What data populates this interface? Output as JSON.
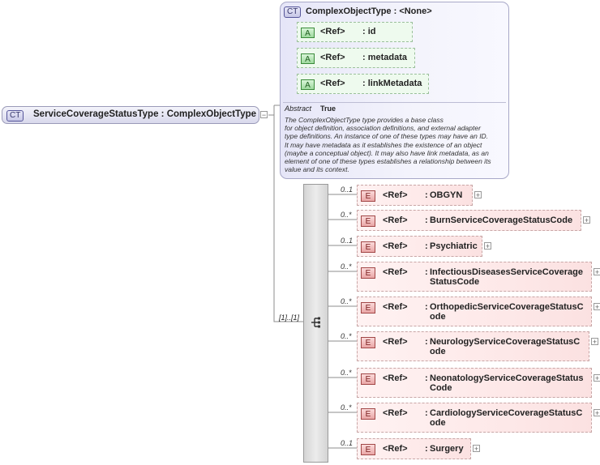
{
  "root": {
    "badge": "CT",
    "title": "ServiceCoverageStatusType : ComplexObjectType",
    "expander": "−",
    "multiplicity": "[1]..[1]"
  },
  "complex_type": {
    "badge": "CT",
    "title": "ComplexObjectType : <None>",
    "attributes": [
      {
        "badge": "A",
        "ref": "<Ref>",
        "name": ": id"
      },
      {
        "badge": "A",
        "ref": "<Ref>",
        "name": ": metadata"
      },
      {
        "badge": "A",
        "ref": "<Ref>",
        "name": ": linkMetadata"
      }
    ],
    "abstract_label": "Abstract",
    "abstract_value": "True",
    "documentation": [
      "The ComplexObjectType type provides a base class",
      "for object definition, association definitions, and external adapter",
      "type definitions. An instance of one of these types may have an ID.",
      "It may have metadata as it establishes the existence of an object",
      "(maybe a conceptual object). It may also have link metadata, as an",
      "element of one of these types establishes a relationship between its",
      "value and its context."
    ]
  },
  "elements": [
    {
      "badge": "E",
      "mult": "0..1",
      "ref": "<Ref>",
      "name_lines": [
        "OBGYN"
      ],
      "expander": "+"
    },
    {
      "badge": "E",
      "mult": "0..*",
      "ref": "<Ref>",
      "name_lines": [
        "BurnServiceCoverageStatusCode"
      ],
      "expander": "+"
    },
    {
      "badge": "E",
      "mult": "0..1",
      "ref": "<Ref>",
      "name_lines": [
        "Psychiatric"
      ],
      "expander": "+"
    },
    {
      "badge": "E",
      "mult": "0..*",
      "ref": "<Ref>",
      "name_lines": [
        "InfectiousDiseasesServiceCoverage",
        "StatusCode"
      ],
      "expander": "+"
    },
    {
      "badge": "E",
      "mult": "0..*",
      "ref": "<Ref>",
      "name_lines": [
        "OrthopedicServiceCoverageStatusC",
        "ode"
      ],
      "expander": "+"
    },
    {
      "badge": "E",
      "mult": "0..*",
      "ref": "<Ref>",
      "name_lines": [
        "NeurologyServiceCoverageStatusC",
        "ode"
      ],
      "expander": "+"
    },
    {
      "badge": "E",
      "mult": "0..*",
      "ref": "<Ref>",
      "name_lines": [
        "NeonatologyServiceCoverageStatus",
        "Code"
      ],
      "expander": "+"
    },
    {
      "badge": "E",
      "mult": "0..*",
      "ref": "<Ref>",
      "name_lines": [
        "CardiologyServiceCoverageStatusC",
        "ode"
      ],
      "expander": "+"
    },
    {
      "badge": "E",
      "mult": "0..1",
      "ref": "<Ref>",
      "name_lines": [
        "Surgery"
      ],
      "expander": "+"
    }
  ]
}
